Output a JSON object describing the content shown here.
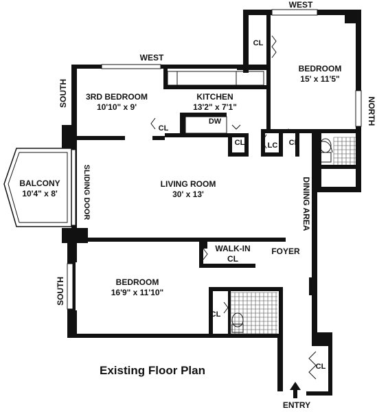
{
  "rooms": {
    "third_bedroom": {
      "name": "3RD BEDROOM",
      "size": "10'10\" x 9'"
    },
    "kitchen": {
      "name": "KITCHEN",
      "size": "13'2\" x 7'1\""
    },
    "bedroom_ne": {
      "name": "BEDROOM",
      "size": "15' x 11'5\""
    },
    "living_room": {
      "name": "LIVING ROOM",
      "size": "30' x 13'"
    },
    "balcony": {
      "name": "BALCONY",
      "size": "10'4\" x 8'"
    },
    "bedroom_sw": {
      "name": "BEDROOM",
      "size": "16'9\" x 11'10\""
    },
    "walk_in": {
      "line1": "WALK-IN",
      "line2": "CL"
    },
    "foyer": {
      "name": "FOYER"
    },
    "dining_area": {
      "name": "DINING AREA"
    }
  },
  "labels": {
    "closet": "CL",
    "linen_closet": "LC",
    "dishwasher": "DW",
    "sliding_door": "SLIDING DOOR",
    "entry": "ENTRY",
    "west": "WEST",
    "south": "SOUTH",
    "north": "NORTH"
  },
  "title": "Existing Floor Plan",
  "colors": {
    "wall": "#111111",
    "background": "#ffffff"
  }
}
